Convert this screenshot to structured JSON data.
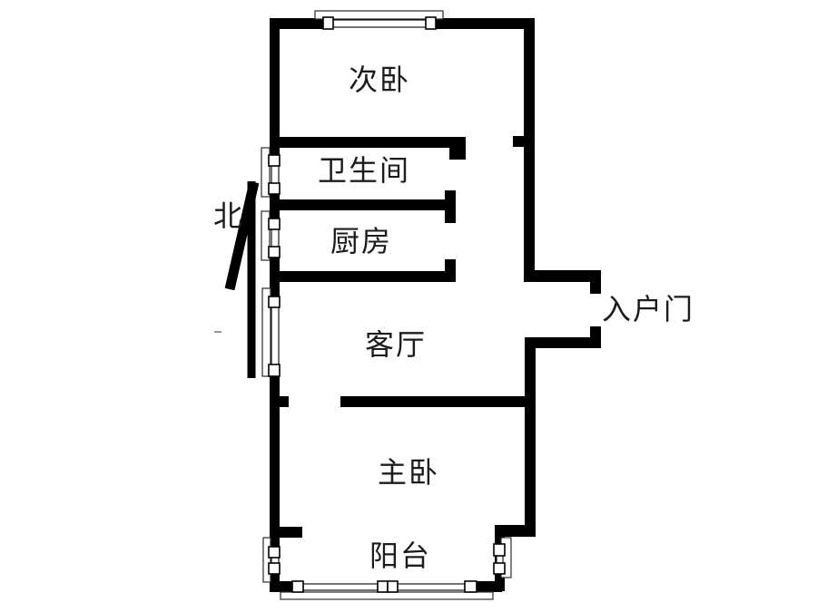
{
  "plan": {
    "type": "residential-floor-plan",
    "compass": {
      "north_label": "北"
    },
    "rooms": {
      "bedroom2": {
        "label": "次卧"
      },
      "bathroom": {
        "label": "卫生间"
      },
      "kitchen": {
        "label": "厨房"
      },
      "living": {
        "label": "客厅"
      },
      "entry": {
        "label": "入户门"
      },
      "master": {
        "label": "主卧"
      },
      "balcony": {
        "label": "阳台"
      }
    },
    "colors": {
      "wall": "#000000",
      "text": "#1c1c1c",
      "background": "#ffffff",
      "window_frame": "#2b2b2b"
    }
  }
}
